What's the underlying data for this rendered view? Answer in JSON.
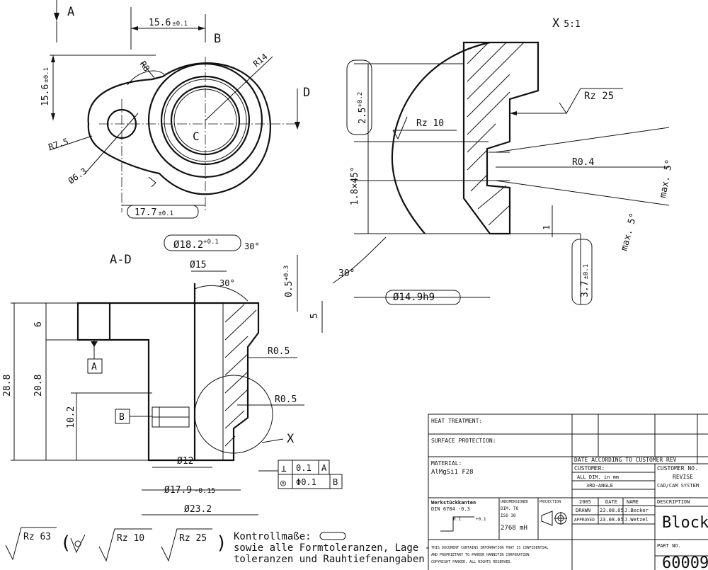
{
  "top_view": {
    "section_a": "A",
    "section_b": "B",
    "section_d": "D",
    "center_c": "C",
    "dim_width": "15.6",
    "dim_width_tol": "±0.1",
    "dim_height": "15.6",
    "dim_height_tol": "±0.1",
    "dim_offset": "17.7",
    "dim_offset_tol": "±0.1",
    "radius_r8": "R8",
    "radius_r14": "R14",
    "radius_r75": "R7.5",
    "dia_hole": "Ø6.3"
  },
  "detail_x": {
    "title": "X",
    "scale": "5:1",
    "dim_25": "2.5",
    "dim_25_tol": "+0.2",
    "chamfer": "1.8×45°",
    "rough_10": "Rz 10",
    "rough_25": "Rz 25",
    "radius": "R0.4",
    "max5_a": "max. 5°",
    "max5_b": "max. 5°",
    "dim_37": "3.7",
    "dim_37_tol": "±0.1",
    "angle_30": "30°",
    "dia_149": "Ø14.9h9",
    "small_1": "1"
  },
  "section_view": {
    "title": "A-D",
    "dia_182": "Ø18.2",
    "dia_182_tol": "+0.1",
    "angle_30a": "30°",
    "angle_30b": "30°",
    "dia_15": "Ø15",
    "dim_05": "0.5",
    "dim_05_tol": "+0.3",
    "dim_5": "5",
    "dim_6": "6",
    "dim_288": "28.8",
    "dim_208": "20.8",
    "dim_102": "10.2",
    "datum_a": "A",
    "datum_b": "B",
    "r05a": "R0.5",
    "r05b": "R0.5",
    "detail_x": "X",
    "dia_12": "Ø12",
    "dia_179": "Ø17.9",
    "dia_179_tol": "-0.15",
    "dia_232": "Ø23.2",
    "tol1_val": "0.1",
    "tol1_ref": "A",
    "tol2_val": "Φ0.1",
    "tol2_ref": "B"
  },
  "footer": {
    "rz63": "Rz 63",
    "rz10": "Rz 10",
    "rz25": "Rz 25",
    "note1": "Kontrollmaße:",
    "note2": "sowie alle Formtoleranzen, Lage -",
    "note3": "toleranzen und Rauhtiefenangaben"
  },
  "title_block": {
    "heat": "HEAT TREATMENT:",
    "surface": "SURFACE PROTECTION:",
    "material_label": "MATERIAL:",
    "material": "AlMgSi1 F28",
    "date_acc": "DATE  ACCORDING TO CUSTOMER REV",
    "customer": "CUSTOMER:",
    "customer_no": "CUSTOMER NO.",
    "all_dim": "ALL DIM. in mm",
    "revise": "REVISE",
    "cad": "CAD/CAM SYSTEM",
    "third_angle": "3RD-ANGLE",
    "year": "2005",
    "date_h": "DATE",
    "name_h": "NAME",
    "drawn": "DRAWN",
    "drawn_date": "23.08.05",
    "drawn_name": "J.Becker",
    "approved": "APPROVED",
    "appr_date": "23.08.05",
    "appr_name": "J.Wetzel",
    "description": "DESCRIPTION",
    "block": "Block",
    "part_no_label": "PART NO.",
    "part_no": "60009",
    "werkst1": "Werkstückkanten",
    "werkst2": "DIN 6784  -0.3",
    "dim_a": "0.1",
    "dim_b": "+0.1",
    "undim": "UNDIMENSIONED",
    "undim2": "DIM. TO",
    "undim3": "ISO  30",
    "undim4": "2768 mH",
    "projection": "PROJECTION",
    "conf1": "THIS DOCUMENT CONTAINS INFORMATION THAT IS CONFIDENTIAL",
    "conf2": "AND PROPRIETARY TO PARKER HANNIFIN CORPORATION",
    "conf3": "COPYRIGHT PARKER, ALL RIGHTS RESERVED."
  }
}
